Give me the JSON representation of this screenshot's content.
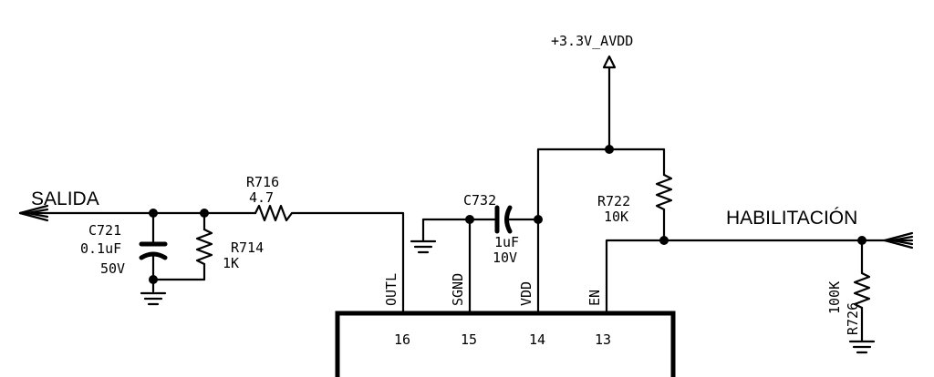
{
  "net_labels": {
    "output": "SALIDA",
    "enable": "HABILITACIÓN",
    "supply": "+3.3V_AVDD"
  },
  "components": {
    "c721": {
      "ref": "C721",
      "value": "0.1uF",
      "rating": "50V"
    },
    "r714": {
      "ref": "R714",
      "value": "1K"
    },
    "r716": {
      "ref": "R716",
      "value": "4.7"
    },
    "c732": {
      "ref": "C732",
      "value": "1uF",
      "rating": "10V"
    },
    "r722": {
      "ref": "R722",
      "value": "10K"
    },
    "r726": {
      "ref": "R726",
      "value": "100K"
    }
  },
  "ic": {
    "pins": [
      {
        "name": "OUTL",
        "number": "16"
      },
      {
        "name": "SGND",
        "number": "15"
      },
      {
        "name": "VDD",
        "number": "14"
      },
      {
        "name": "EN",
        "number": "13"
      }
    ]
  }
}
